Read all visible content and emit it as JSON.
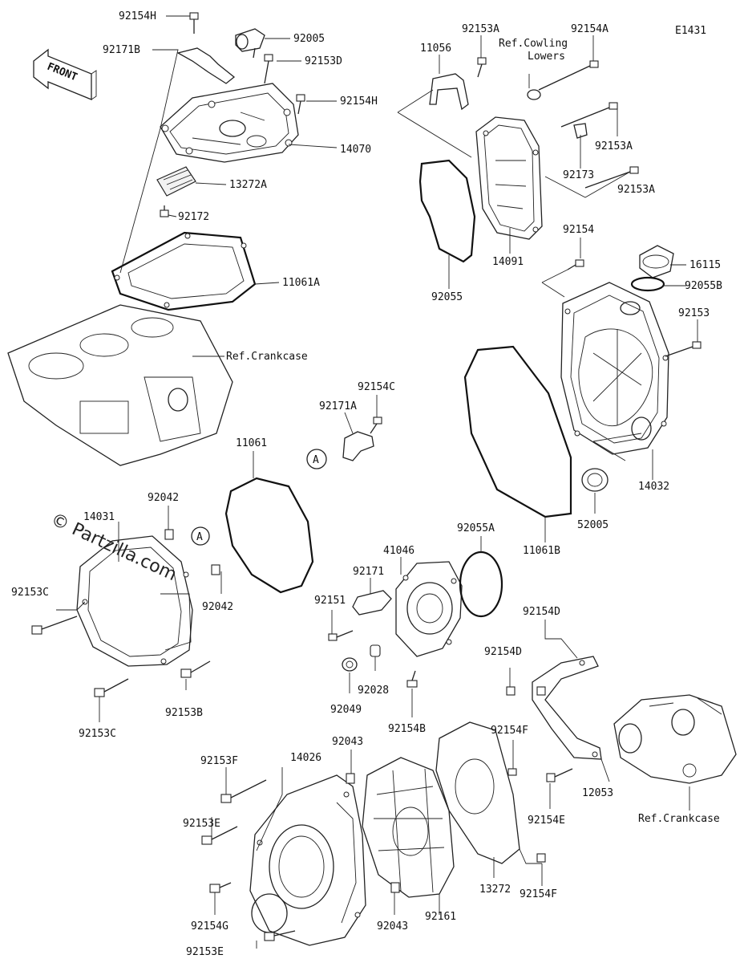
{
  "diagram_code": "E1431",
  "front_label": "FRONT",
  "watermark": "© Partzilla.com",
  "circle_marker": "A",
  "parts": {
    "p92154H_top": "92154H",
    "p92171B": "92171B",
    "p92005": "92005",
    "p92153D": "92153D",
    "p92154H_mid": "92154H",
    "p14070": "14070",
    "p13272A": "13272A",
    "p92172": "92172",
    "p11061A": "11061A",
    "p11056": "11056",
    "p92153A_top": "92153A",
    "p92154A": "92154A",
    "p92153A_mid": "92153A",
    "p92173": "92173",
    "p92153A_low": "92153A",
    "p14091": "14091",
    "p92055": "92055",
    "p92154": "92154",
    "p16115": "16115",
    "p92055B": "92055B",
    "p92153": "92153",
    "p92154C": "92154C",
    "p92171A": "92171A",
    "p11061": "11061",
    "p92042_top": "92042",
    "p14031": "14031",
    "p92042_mid": "92042",
    "p92153C_left": "92153C",
    "p92153B": "92153B",
    "p92153C_low": "92153C",
    "p14032": "14032",
    "p52005": "52005",
    "p11061B": "11061B",
    "p92055A": "92055A",
    "p41046": "41046",
    "p92171": "92171",
    "p92151": "92151",
    "p92028": "92028",
    "p92049": "92049",
    "p92154B": "92154B",
    "p92154D_top": "92154D",
    "p92154D_mid": "92154D",
    "p92153F": "92153F",
    "p14026": "14026",
    "p92043_top": "92043",
    "p92154F_top": "92154F",
    "p12053": "12053",
    "p92153E_mid": "92153E",
    "p92154E": "92154E",
    "p13272": "13272",
    "p92154F_low": "92154F",
    "p92154G": "92154G",
    "p92043_low": "92043",
    "p92161": "92161",
    "p92153E_low": "92153E"
  },
  "references": {
    "cowling_line1": "Ref.Cowling",
    "cowling_line2": "Lowers",
    "crankcase_top": "Ref.Crankcase",
    "crankcase_bottom": "Ref.Crankcase"
  }
}
